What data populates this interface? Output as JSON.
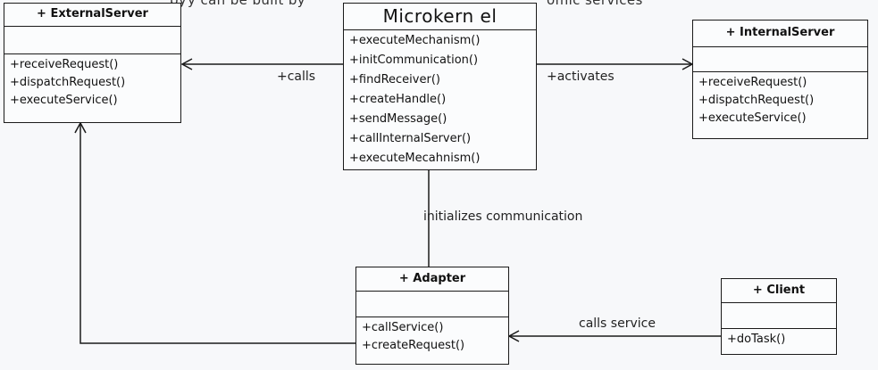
{
  "background_text": [
    "py",
    "y can be built by",
    "omic services"
  ],
  "external_server": {
    "name": "+ ExternalServer",
    "operations": [
      "+receiveRequest()",
      "+dispatchRequest()",
      "+executeService()"
    ]
  },
  "microkernel": {
    "name": "Microkern el",
    "operations": [
      "+executeMechanism()",
      "+initCommunication()",
      "+findReceiver()",
      "+createHandle()",
      "+sendMessage()",
      "+callInternalServer()",
      "+executeMecahnism()"
    ]
  },
  "internal_server": {
    "name": "+ InternalServer",
    "operations": [
      "+receiveRequest()",
      "+dispatchRequest()",
      "+executeService()"
    ]
  },
  "adapter": {
    "name": "+ Adapter",
    "operations": [
      "+callService()",
      "+createRequest()"
    ]
  },
  "client": {
    "name": "+ Client",
    "operations": [
      "+doTask()"
    ]
  },
  "relations": {
    "calls": "+calls",
    "activates": "+activates",
    "initializes": "initializes communication",
    "calls_service": "calls service"
  },
  "colors": {
    "line": "#1a1a1a",
    "box_fill": "#fbfcfd",
    "background": "#f7f8fa"
  }
}
